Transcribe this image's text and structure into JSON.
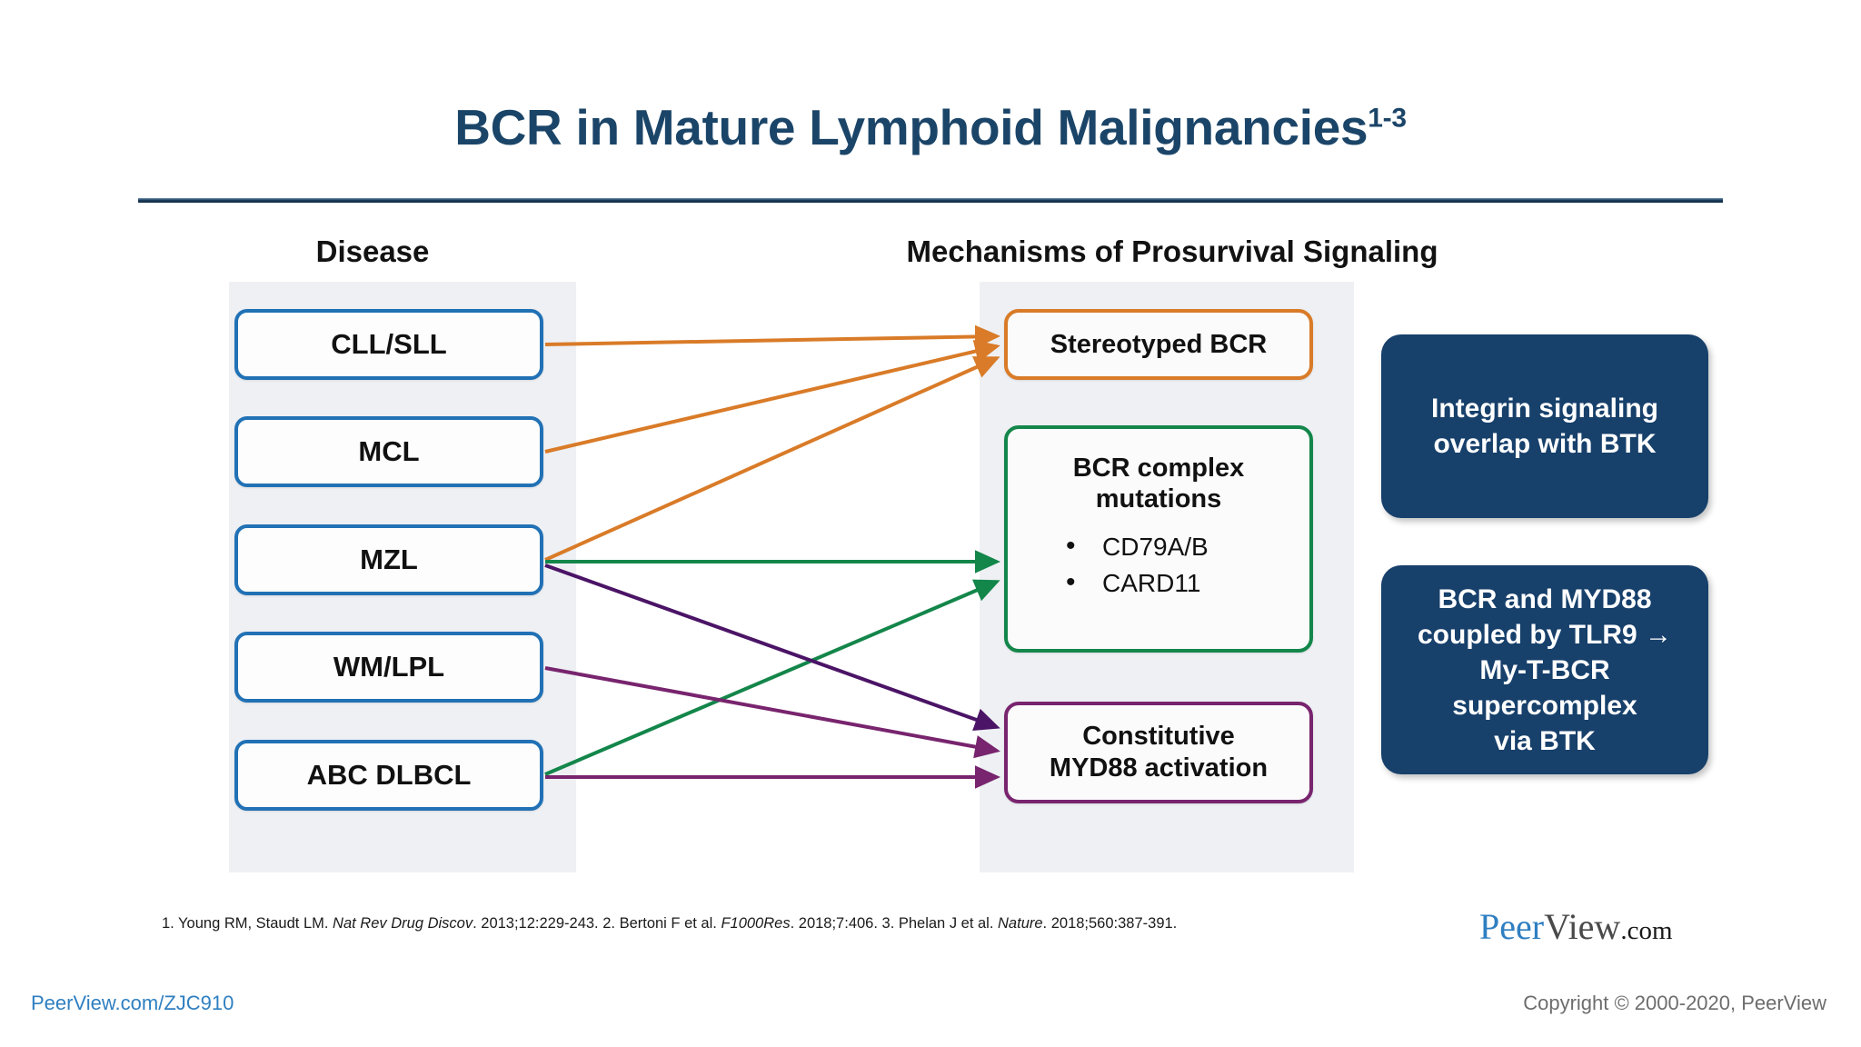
{
  "slide": {
    "title_main": "BCR in Mature Lymphoid Malignancies",
    "title_superscript": "1-3"
  },
  "headers": {
    "disease": "Disease",
    "mechanisms": "Mechanisms of Prosurvival Signaling"
  },
  "diseases": [
    {
      "id": "cll-sll",
      "label": "CLL/SLL"
    },
    {
      "id": "mcl",
      "label": "MCL"
    },
    {
      "id": "mzl",
      "label": "MZL"
    },
    {
      "id": "wm-lpl",
      "label": "WM/LPL"
    },
    {
      "id": "abc-dlbcl",
      "label": "ABC DLBCL"
    }
  ],
  "mechanisms": {
    "stereotyped": {
      "label": "Stereotyped BCR",
      "color": "#d97b28"
    },
    "complex": {
      "title_line1": "BCR complex",
      "title_line2": "mutations",
      "bullets": [
        "CD79A/B",
        "CARD11"
      ],
      "color": "#13864a"
    },
    "myd88": {
      "line1": "Constitutive",
      "line2": "MYD88 activation",
      "color": "#78246e"
    }
  },
  "callouts": [
    {
      "id": "integrin",
      "line1": "Integrin signaling",
      "line2": "overlap with BTK"
    },
    {
      "id": "tlr9",
      "line1": "BCR and MYD88",
      "line2": "coupled by TLR9 →",
      "line3": "My-T-BCR",
      "line4": "supercomplex",
      "line5": "via BTK"
    }
  ],
  "connections": [
    {
      "from": "cll-sll",
      "to": "stereotyped",
      "color": "#d97b28"
    },
    {
      "from": "mcl",
      "to": "stereotyped",
      "color": "#d97b28"
    },
    {
      "from": "mzl",
      "to": "stereotyped",
      "color": "#d97b28"
    },
    {
      "from": "mzl",
      "to": "complex",
      "color": "#13864a"
    },
    {
      "from": "abc-dlbcl",
      "to": "complex",
      "color": "#13864a"
    },
    {
      "from": "mzl",
      "to": "myd88",
      "color": "#4b1466"
    },
    {
      "from": "wm-lpl",
      "to": "myd88",
      "color": "#78246e"
    },
    {
      "from": "abc-dlbcl",
      "to": "myd88",
      "color": "#78246e"
    }
  ],
  "citation": {
    "ref1_pre": "1. Young RM, Staudt LM. ",
    "ref1_journal": "Nat Rev Drug Discov",
    "ref1_post": ". 2013;12:229-243. ",
    "ref2_pre": "2. Bertoni F et al. ",
    "ref2_journal": "F1000Res",
    "ref2_post": ". 2018;7:406. ",
    "ref3_pre": "3. Phelan J et al. ",
    "ref3_journal": "Nature",
    "ref3_post": ". 2018;560:387-391."
  },
  "branding": {
    "logo_peer": "Peer",
    "logo_view": "View",
    "logo_com": ".com",
    "footer_link": "PeerView.com/ZJC910",
    "footer_copyright": "Copyright © 2000-2020, PeerView"
  },
  "colors": {
    "title_navy": "#1b4568",
    "disease_border": "#2171b5",
    "panel_bg": "#eef0f4",
    "callout_bg": "#17406b",
    "orange": "#d97b28",
    "green": "#13864a",
    "purple": "#78246e"
  }
}
